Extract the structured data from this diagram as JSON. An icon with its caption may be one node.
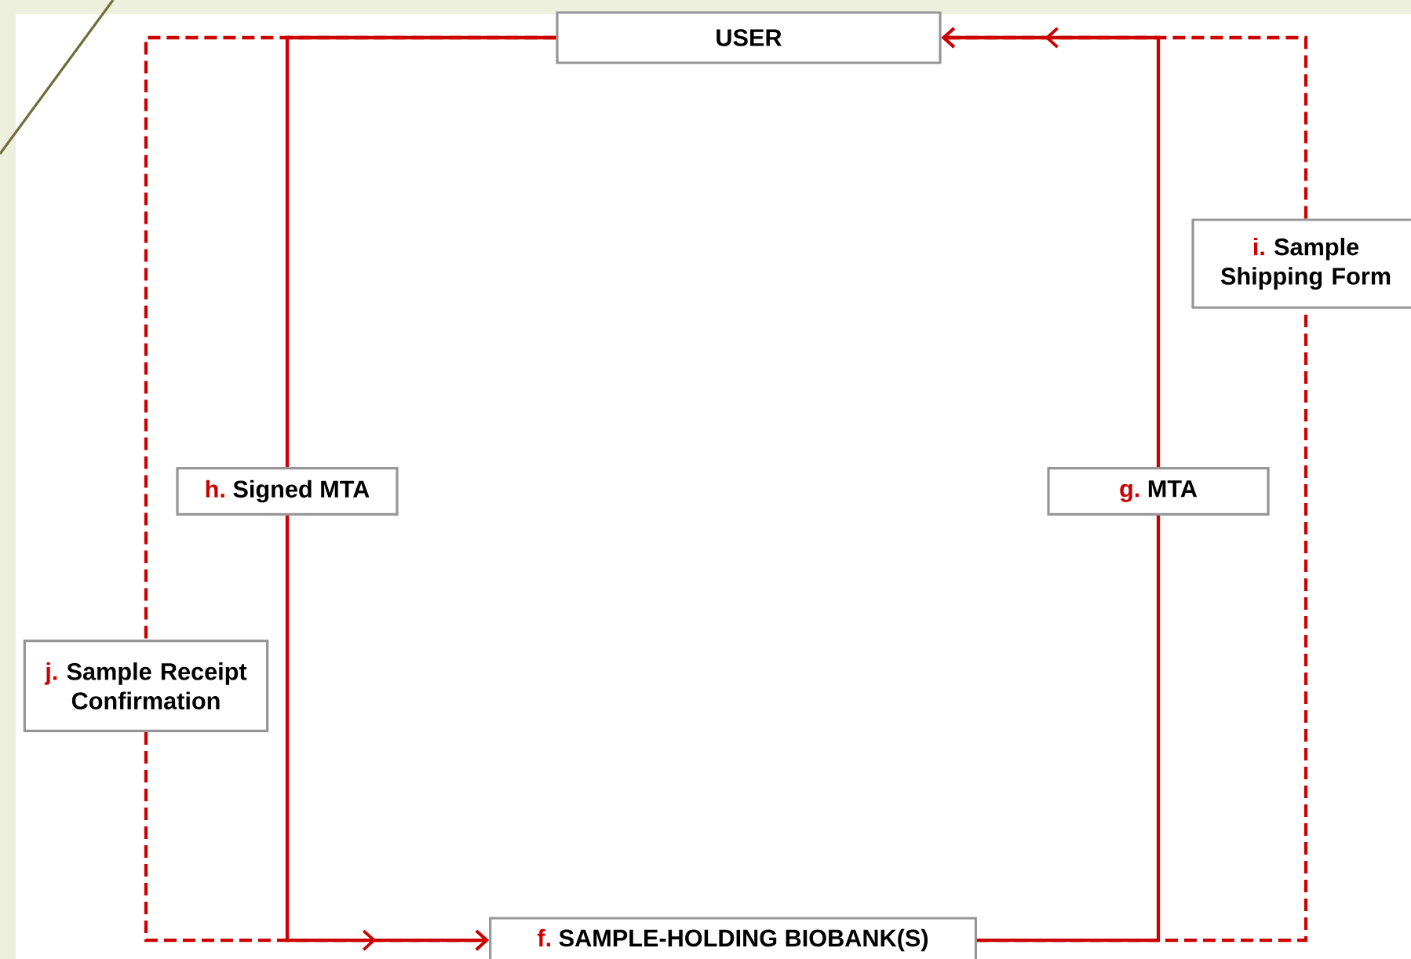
{
  "diagram": {
    "nodes": [
      {
        "text": [
          "USER"
        ]
      },
      {
        "text": [
          "i.",
          "Sample Shipping Form"
        ]
      },
      {
        "text": [
          "h.",
          "Signed MTA"
        ]
      },
      {
        "text": [
          "g.",
          "MTA"
        ]
      },
      {
        "text": [
          "j.",
          "Sample Receipt Confirmation"
        ]
      },
      {
        "text": [
          "f.",
          "SAMPLE-HOLDING BIOBANK(S)"
        ]
      }
    ],
    "edges": [
      {
        "from": 0,
        "to": 4,
        "arrow": "none",
        "style": "dashed"
      },
      {
        "from": 4,
        "to": 5,
        "arrow": "to",
        "style": "dashed"
      },
      {
        "from": 5,
        "to": 1,
        "arrow": "none",
        "style": "dashed"
      },
      {
        "from": 1,
        "to": 0,
        "arrow": "to",
        "style": "dashed"
      },
      {
        "from": 0,
        "to": 2,
        "arrow": "none"
      },
      {
        "from": 2,
        "to": 5,
        "arrow": "to"
      },
      {
        "from": 5,
        "to": 3,
        "arrow": "none"
      },
      {
        "from": 3,
        "to": 0,
        "arrow": "to"
      }
    ]
  }
}
